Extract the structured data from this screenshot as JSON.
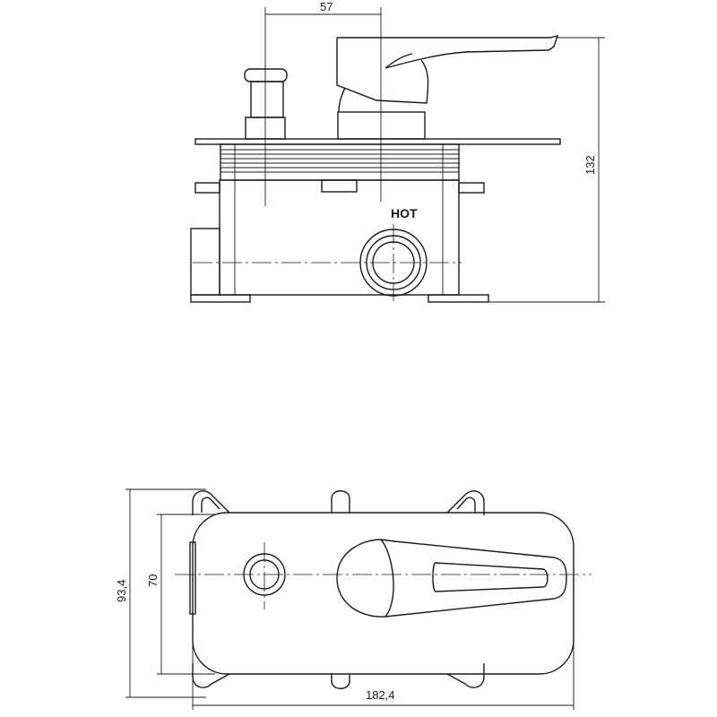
{
  "drawing": {
    "front_view": {
      "dim_offset": "57",
      "dim_height": "132",
      "inlet_label": "HOT"
    },
    "top_view": {
      "dim_outer_height": "93,4",
      "dim_inner_height": "70",
      "dim_width": "182,4"
    }
  }
}
